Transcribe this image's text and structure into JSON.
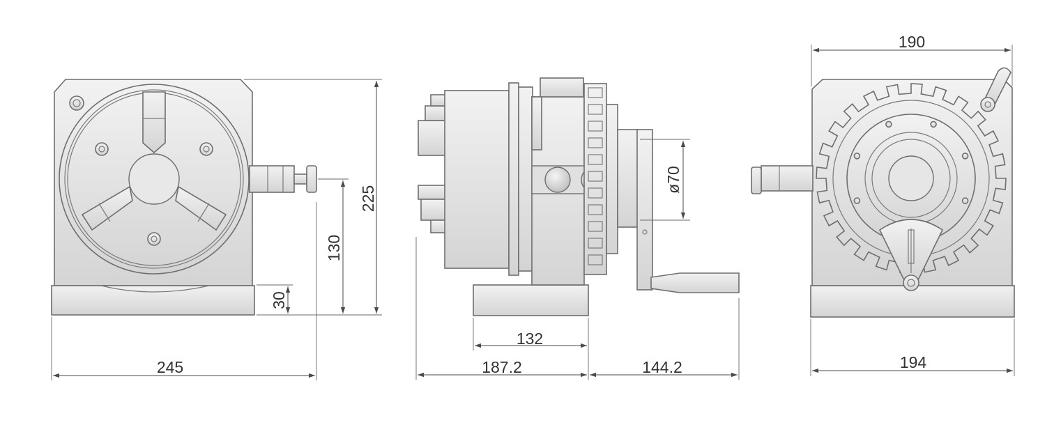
{
  "dimensions": {
    "front_width": "245",
    "front_height": "225",
    "center_height": "130",
    "base_height": "30",
    "side_base_length": "132",
    "side_body_length": "187.2",
    "side_handle_length": "144.2",
    "bore_diameter": "ø70",
    "rear_top_width": "190",
    "rear_base_width": "194"
  },
  "colors": {
    "metal_light": "#efefef",
    "metal_dark": "#cfcfcf",
    "outline": "#6e6e6e",
    "dimension_line": "#4a4a4a"
  }
}
